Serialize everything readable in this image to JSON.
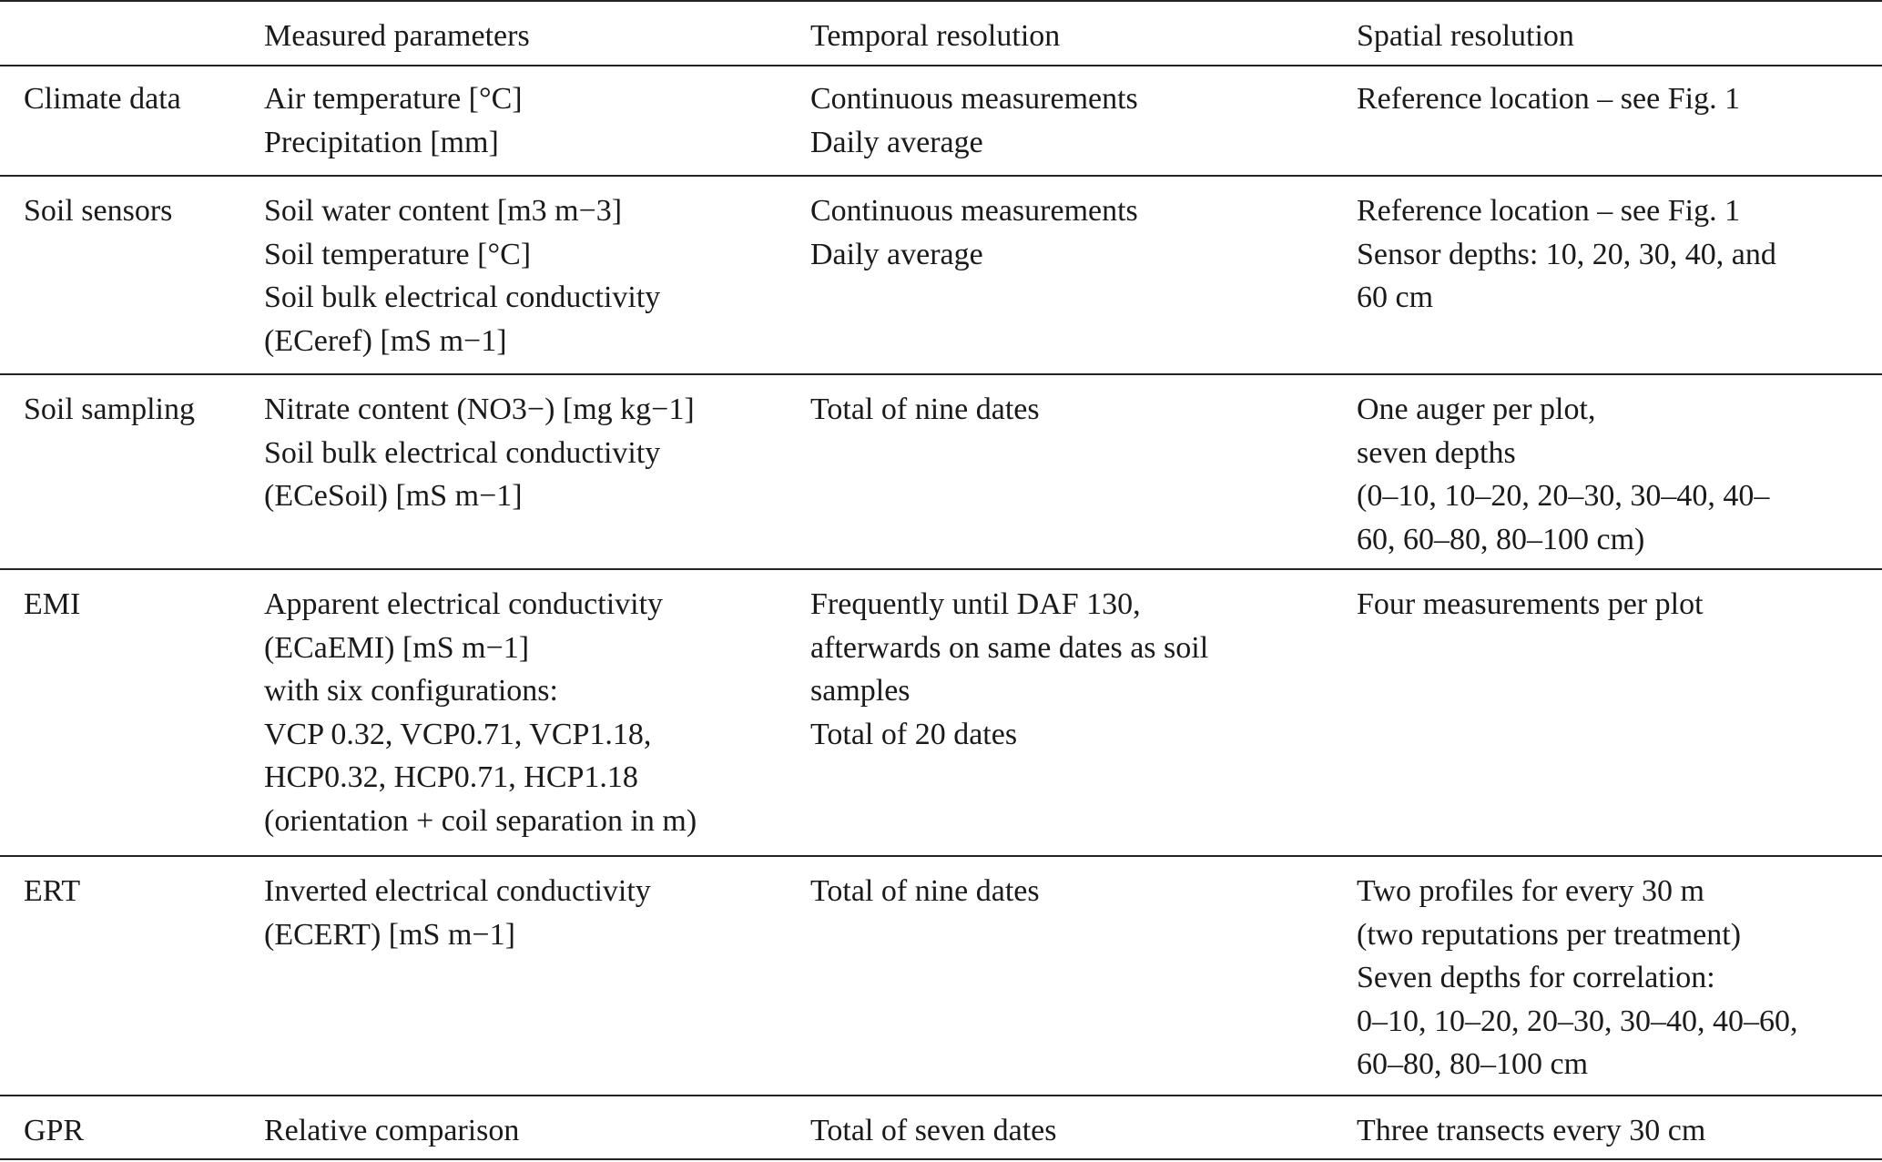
{
  "table": {
    "headers": [
      "",
      "Measured parameters",
      "Temporal resolution",
      "Spatial resolution"
    ],
    "rows": [
      {
        "category": "Climate data",
        "parameters": [
          "Air temperature [°C]",
          "Precipitation [mm]"
        ],
        "temporal": [
          "Continuous measurements",
          "Daily average"
        ],
        "spatial": [
          "Reference location – see Fig. 1"
        ]
      },
      {
        "category": "Soil sensors",
        "parameters": [
          "Soil water content [m3 m−3]",
          "Soil temperature [°C]",
          "Soil bulk electrical conductivity",
          "(ECeref) [mS m−1]"
        ],
        "temporal": [
          "Continuous measurements",
          "Daily average"
        ],
        "spatial": [
          "Reference location – see Fig. 1",
          "Sensor depths: 10, 20, 30, 40, and",
          "60 cm"
        ]
      },
      {
        "category": "Soil sampling",
        "parameters": [
          "Nitrate content (NO3−) [mg kg−1]",
          "Soil bulk electrical conductivity",
          "(ECeSoil) [mS m−1]"
        ],
        "temporal": [
          "Total of nine dates"
        ],
        "spatial": [
          "One auger per plot,",
          "seven depths",
          "(0–10, 10–20, 20–30, 30–40, 40–",
          "60, 60–80, 80–100 cm)"
        ]
      },
      {
        "category": "EMI",
        "parameters": [
          "Apparent electrical conductivity",
          "(ECaEMI) [mS m−1]",
          "with six configurations:",
          "VCP 0.32, VCP0.71, VCP1.18,",
          "HCP0.32, HCP0.71, HCP1.18",
          "(orientation + coil separation in m)"
        ],
        "temporal": [
          "Frequently until DAF 130,",
          "afterwards on same dates as soil",
          "samples",
          "Total of 20 dates"
        ],
        "spatial": [
          "Four measurements per plot"
        ]
      },
      {
        "category": "ERT",
        "parameters": [
          "Inverted electrical conductivity",
          "(ECERT) [mS m−1]"
        ],
        "temporal": [
          "Total of nine dates"
        ],
        "spatial": [
          "Two profiles for every 30 m",
          "(two reputations per treatment)",
          "Seven depths for correlation:",
          "0–10, 10–20, 20–30, 30–40, 40–60,",
          "60–80, 80–100 cm"
        ]
      },
      {
        "category": "GPR",
        "parameters": [
          "Relative comparison"
        ],
        "temporal": [
          "Total of seven dates"
        ],
        "spatial": [
          "Three transects every 30 cm"
        ]
      }
    ]
  }
}
